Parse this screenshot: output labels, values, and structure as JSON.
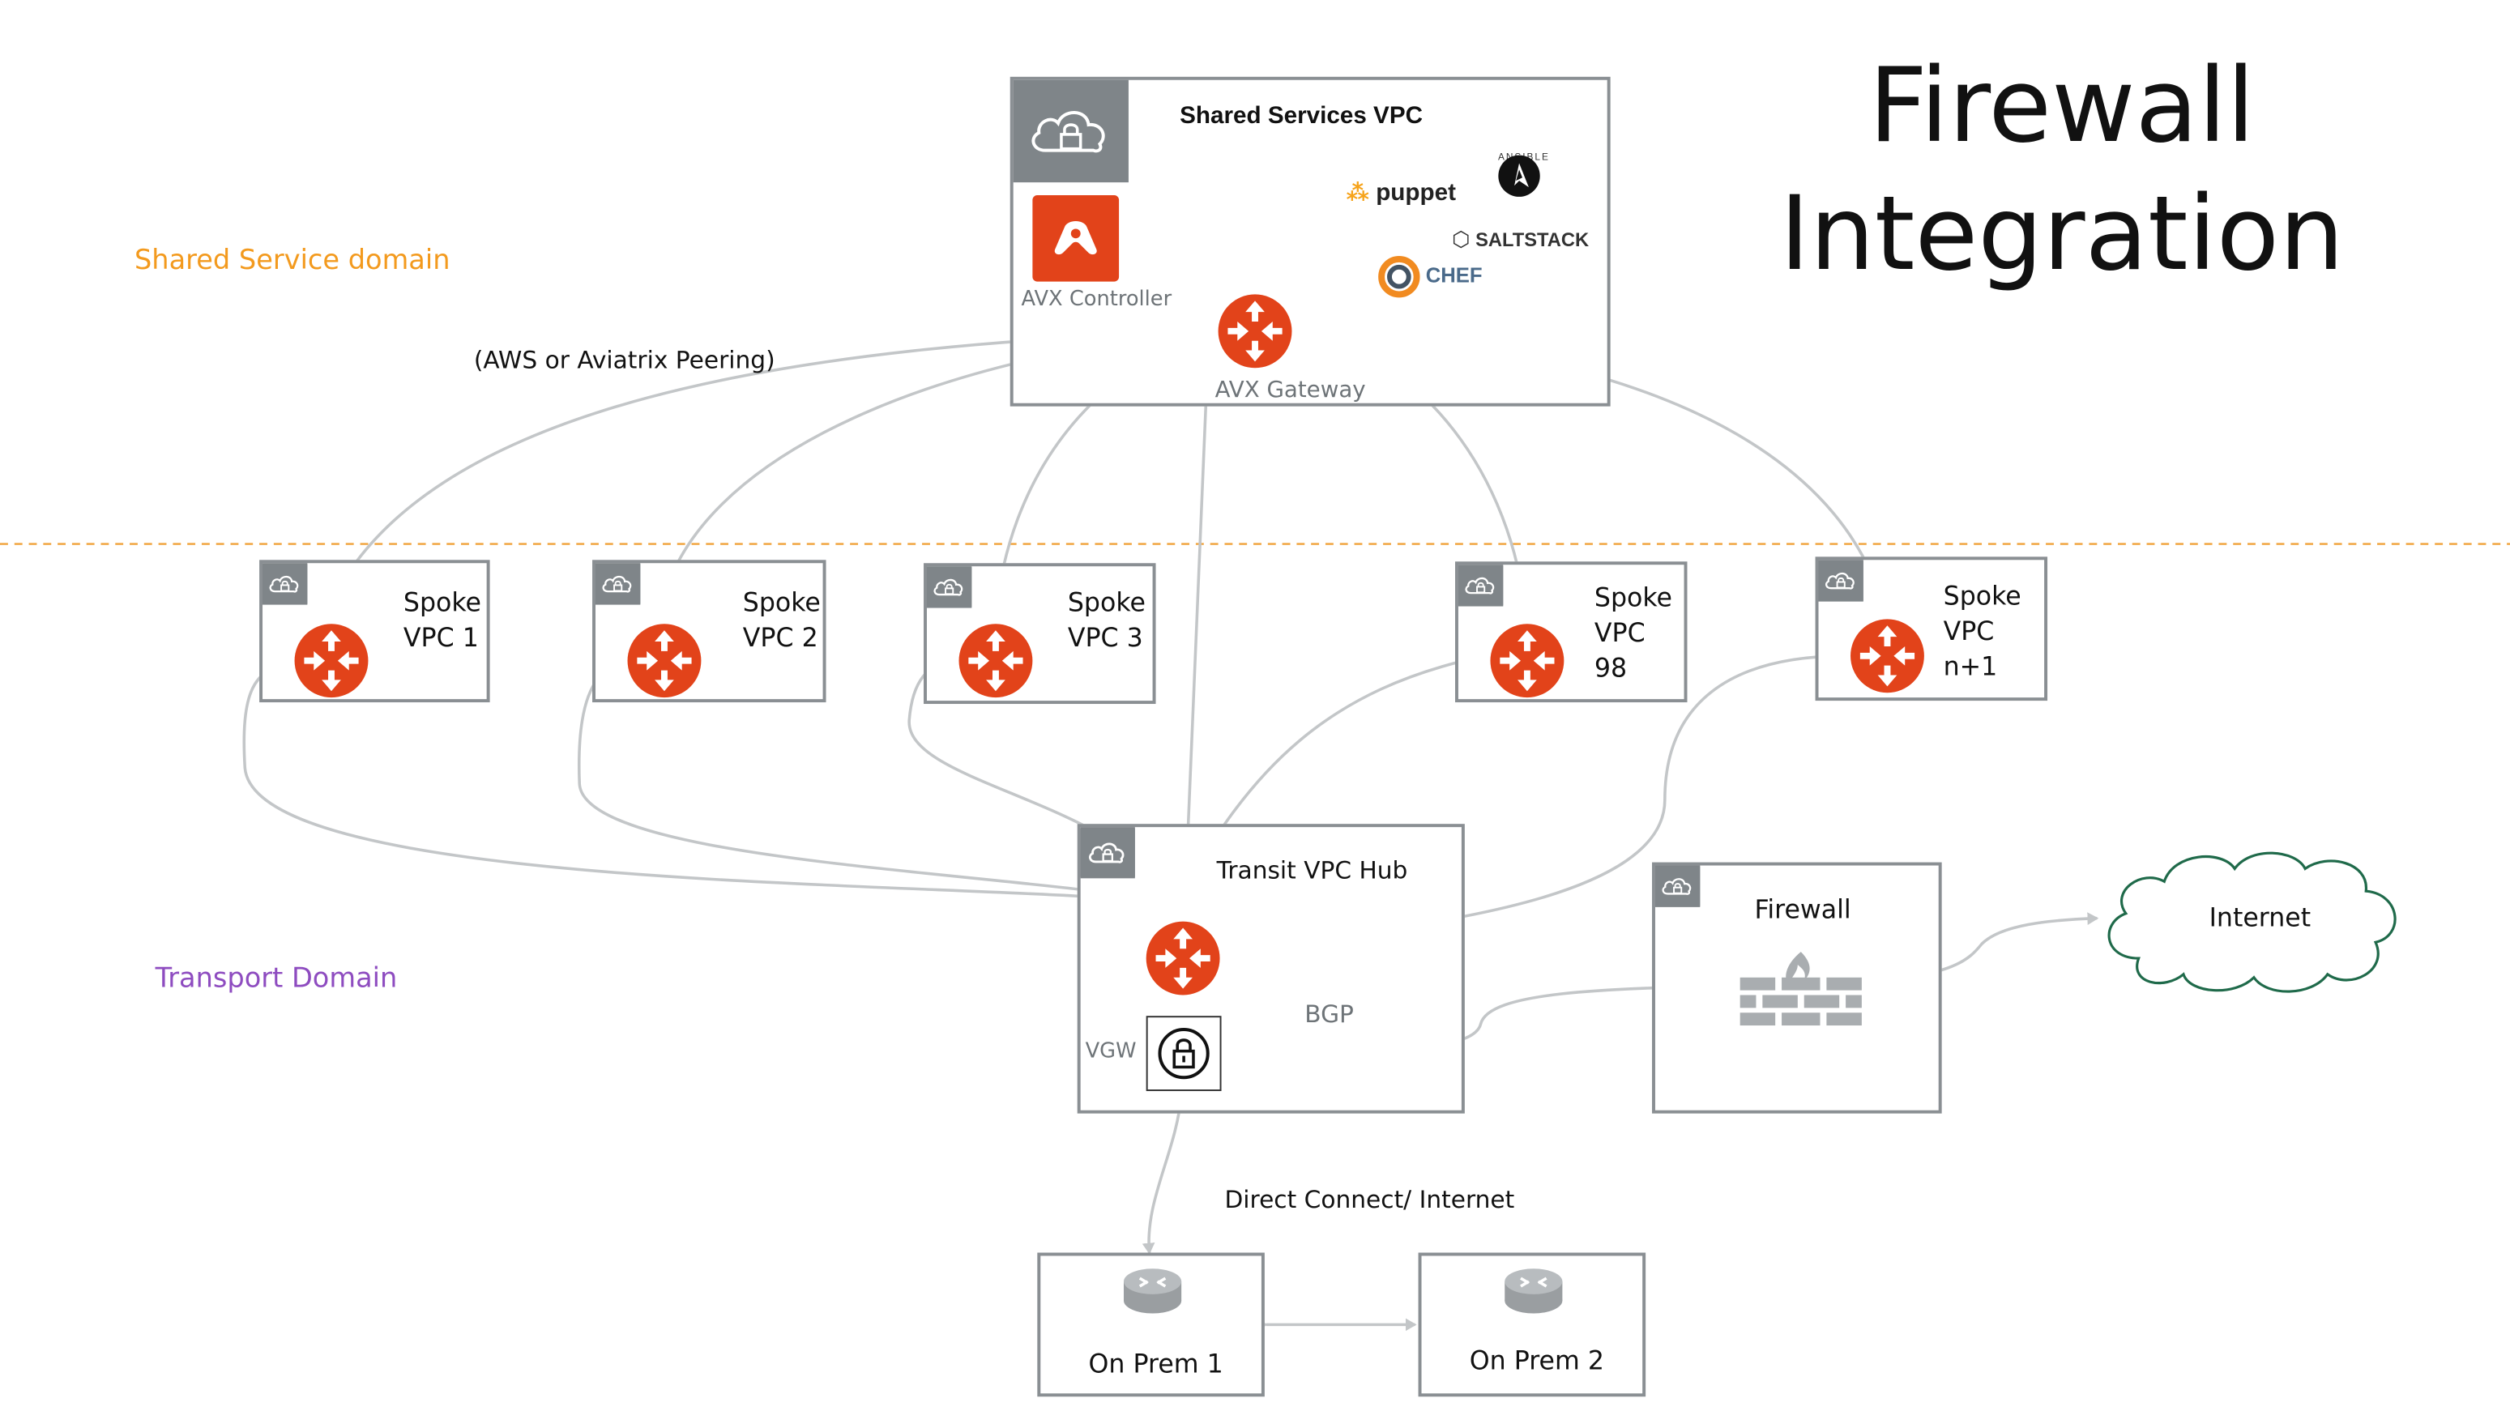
{
  "title": {
    "line1": "Firewall",
    "line2": "Integration"
  },
  "domains": {
    "shared": {
      "label": "Shared Service domain",
      "color": "#f39a1e"
    },
    "transport": {
      "label": "Transport Domain",
      "color": "#8e4cc0"
    }
  },
  "peering_label": "(AWS or Aviatrix Peering)",
  "shared_vpc": {
    "title": "Shared Services VPC",
    "controller_label": "AVX Controller",
    "gateway_label": "AVX Gateway",
    "tools": {
      "puppet": "puppet",
      "ansible": "ANSIBLE",
      "saltstack": "SALTSTACK",
      "chef": "CHEF"
    }
  },
  "spokes": [
    {
      "line1": "Spoke",
      "line2": "VPC 1"
    },
    {
      "line1": "Spoke",
      "line2": "VPC 2"
    },
    {
      "line1": "Spoke",
      "line2": "VPC 3"
    },
    {
      "line1": "Spoke",
      "line2": "VPC 98"
    },
    {
      "line1": "Spoke",
      "line2": "VPC n+1"
    }
  ],
  "transit": {
    "label": "Transit VPC Hub",
    "bgp": "BGP",
    "vgw": "VGW"
  },
  "firewall": {
    "label": "Firewall"
  },
  "internet": {
    "label": "Internet"
  },
  "direct_connect": "Direct Connect/ Internet",
  "on_prem": [
    {
      "label": "On Prem 1"
    },
    {
      "label": "On Prem 2"
    }
  ],
  "colors": {
    "router": "#e2431a",
    "connector": "#c3c6c8",
    "box_border": "#8a8f93",
    "tab": "#7f8589",
    "internet_cloud": "#1f6a4a",
    "brick": "#a9adb0"
  }
}
